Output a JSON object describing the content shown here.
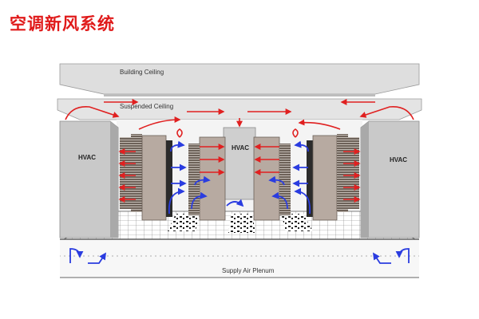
{
  "title": "空调新风系统",
  "labels": {
    "building_ceiling": "Building Ceiling",
    "suspended_ceiling": "Suspended Ceiling",
    "supply_air_plenum": "Supply Air Plenum",
    "hvac_left": "HVAC",
    "hvac_center": "HVAC",
    "hvac_right": "HVAC"
  },
  "colors": {
    "title": "#e01a1a",
    "hot_air": "#e02020",
    "cold_air": "#2a3ce0",
    "unit": "#c9c9c9",
    "rack": "#b7aaa1"
  }
}
